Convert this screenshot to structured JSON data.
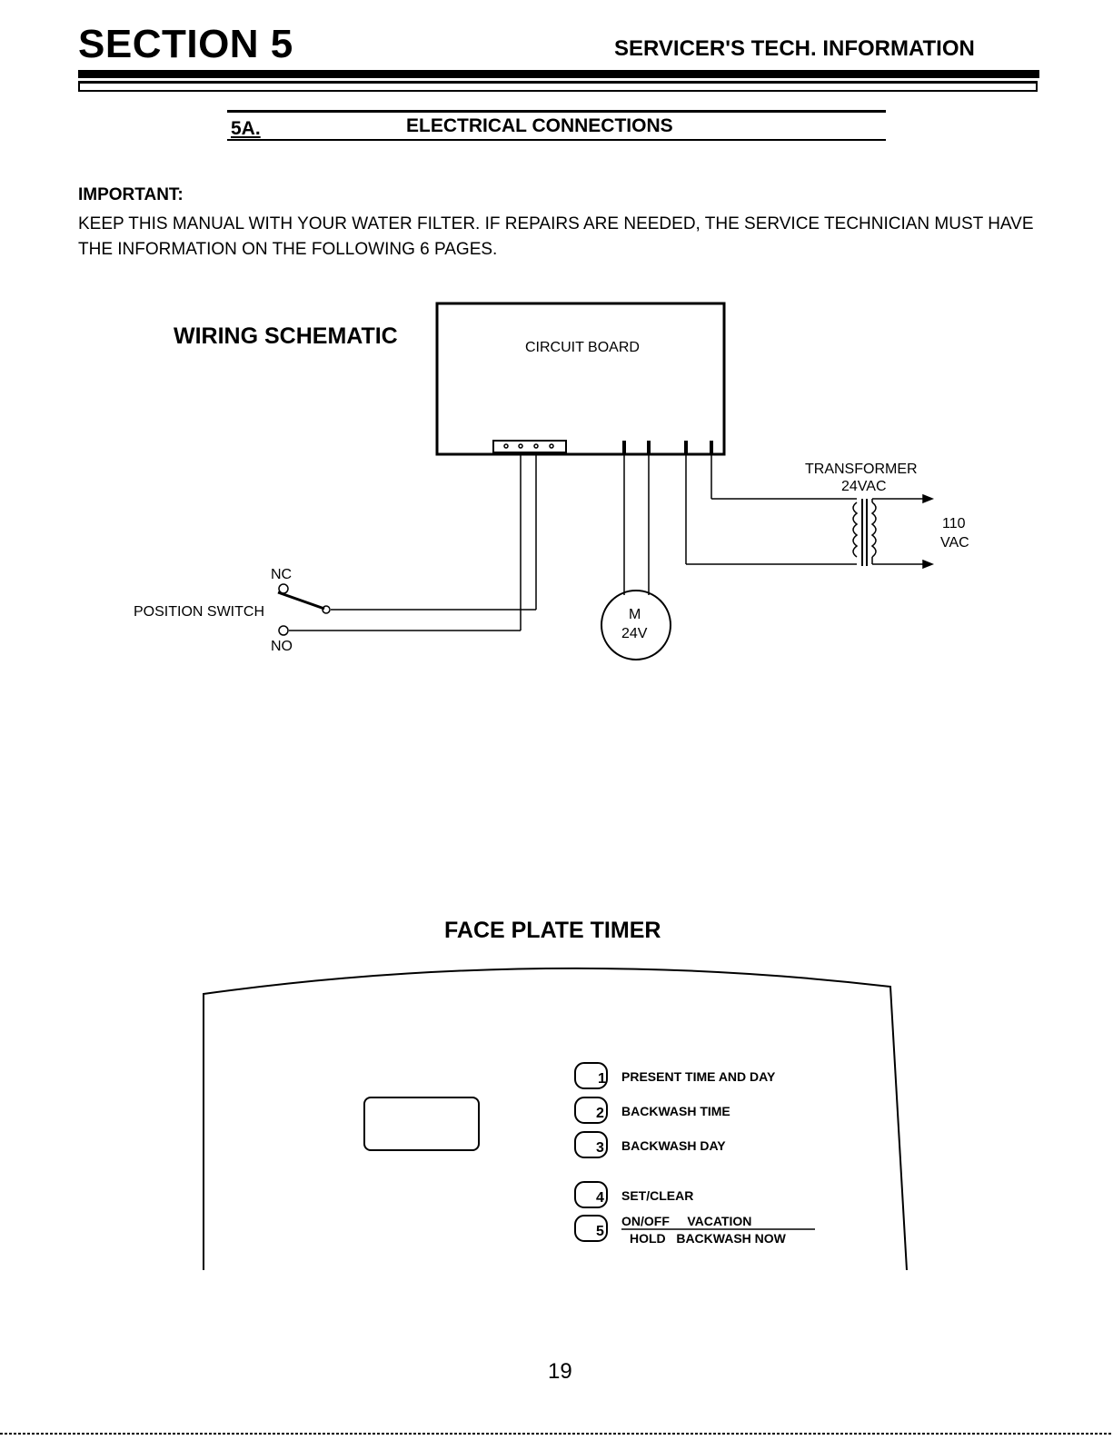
{
  "header": {
    "section_title": "SECTION 5",
    "section_subtitle": "SERVICER'S TECH. INFORMATION"
  },
  "subsection": {
    "number": "5A.",
    "title": "ELECTRICAL CONNECTIONS"
  },
  "important": {
    "label": "IMPORTANT:",
    "text": "KEEP THIS MANUAL WITH YOUR WATER FILTER.  IF REPAIRS ARE NEEDED, THE SERVICE TECHNICIAN MUST HAVE THE INFORMATION ON THE FOLLOWING 6 PAGES."
  },
  "wiring_schematic": {
    "title": "WIRING SCHEMATIC",
    "circuit_board_label": "CIRCUIT BOARD",
    "transformer_label": "TRANSFORMER",
    "transformer_voltage": "24VAC",
    "input_voltage_line1": "110",
    "input_voltage_line2": "VAC",
    "switch_label": "POSITION SWITCH",
    "switch_nc": "NC",
    "switch_no": "NO",
    "motor_label": "M",
    "motor_voltage": "24V"
  },
  "face_plate_timer": {
    "title": "FACE PLATE TIMER",
    "buttons": [
      {
        "number": "1",
        "label": "PRESENT TIME AND DAY"
      },
      {
        "number": "2",
        "label": "BACKWASH TIME"
      },
      {
        "number": "3",
        "label": "BACKWASH DAY"
      },
      {
        "number": "4",
        "label": "SET/CLEAR"
      },
      {
        "number": "5",
        "label_top": "ON/OFF     VACATION",
        "label_bottom": "HOLD   BACKWASH NOW"
      }
    ]
  },
  "footer": {
    "page_number": "19"
  }
}
